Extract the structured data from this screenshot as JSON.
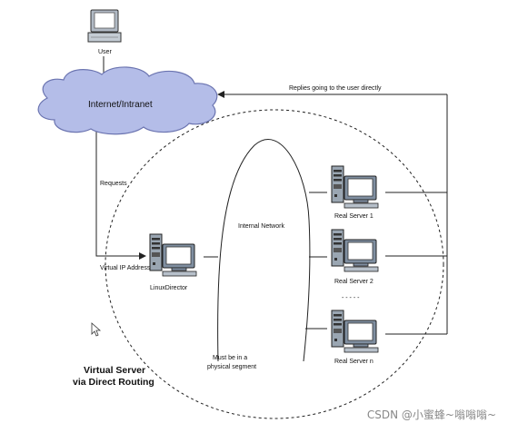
{
  "labels": {
    "user": "User",
    "cloud": "Internet/Intranet",
    "replies": "Replies going to the user directly",
    "requests": "Requests",
    "internal_network": "Internal Network",
    "virtual_ip": "Virtual IP Address",
    "director": "LinuxDirector",
    "real_server_1": "Real Server 1",
    "real_server_2": "Real Server 2",
    "ellipsis": "- - - - -",
    "real_server_n": "Real Server n",
    "segment_line1": "Must be in a",
    "segment_line2": "physical segment",
    "title_line1": "Virtual Server",
    "title_line2": "via Direct Routing"
  },
  "watermark": "CSDN @小蜜蜂~嗡嗡嗡~",
  "colors": {
    "background": "#ffffff",
    "line": "#222222",
    "cloud_fill": "#b4bde8",
    "cloud_stroke": "#6b74b0",
    "monitor_frame": "#7f8ea0",
    "screen": "#ffffff",
    "tower": "#9aa6b2",
    "watermark": "#888888"
  }
}
